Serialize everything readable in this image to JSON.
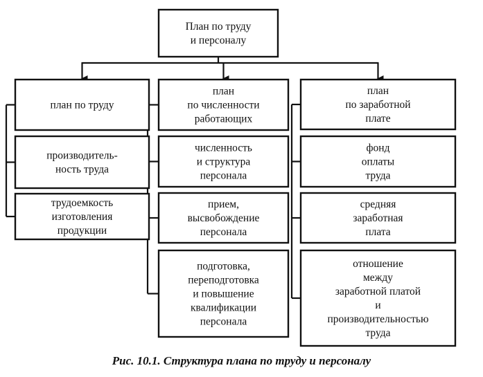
{
  "root": {
    "lines": [
      "План по труду",
      "и персоналу"
    ]
  },
  "columns": [
    {
      "header": {
        "lines": [
          "план по труду"
        ]
      },
      "items": [
        {
          "lines": [
            "производитель-",
            "ность труда"
          ]
        },
        {
          "lines": [
            "трудоемкость",
            "изготовления",
            "продукции"
          ]
        }
      ]
    },
    {
      "header": {
        "lines": [
          "план",
          "по численности",
          "работающих"
        ]
      },
      "items": [
        {
          "lines": [
            "численность",
            "и структура",
            "персонала"
          ]
        },
        {
          "lines": [
            "прием,",
            "высвобождение",
            "персонала"
          ]
        },
        {
          "lines": [
            "подготовка,",
            "переподготовка",
            "и повышение",
            "квалификации",
            "персонала"
          ]
        }
      ]
    },
    {
      "header": {
        "lines": [
          "план",
          "по заработной",
          "плате"
        ]
      },
      "items": [
        {
          "lines": [
            "фонд",
            "оплаты",
            "труда"
          ]
        },
        {
          "lines": [
            "средняя",
            "заработная",
            "плата"
          ]
        },
        {
          "lines": [
            "отношение",
            "между",
            "заработной платой",
            "и",
            "производительностью",
            "труда"
          ]
        }
      ]
    }
  ],
  "caption": "Рис. 10.1. Структура плана по труду и персоналу"
}
